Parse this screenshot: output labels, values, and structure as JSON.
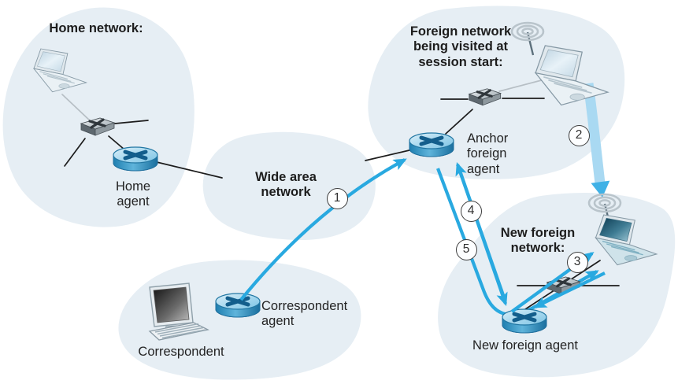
{
  "figure": {
    "regions": {
      "home_network": {
        "label": "Home network:",
        "router_label": "Home\nagent"
      },
      "wide_area_network": {
        "label": "Wide area\nnetwork"
      },
      "foreign_network": {
        "label": "Foreign network\nbeing visited at\nsession start:",
        "router_label": "Anchor\nforeign\nagent"
      },
      "new_foreign_network": {
        "label": "New foreign\nnetwork:",
        "router_label": "New foreign agent"
      },
      "correspondent_network": {
        "host_label": "Correspondent",
        "router_label": "Correspondent\nagent"
      }
    },
    "step_markers": [
      "1",
      "2",
      "3",
      "4",
      "5"
    ],
    "colors": {
      "cloud_fill": "#e6eef4",
      "arrow_blue": "#29a9e0",
      "arrow_light_blue": "#a9d9f2",
      "router_blue": "#2e8fc0",
      "wire_black": "#1c1c1c",
      "wire_gray": "#b7bfc5"
    }
  }
}
